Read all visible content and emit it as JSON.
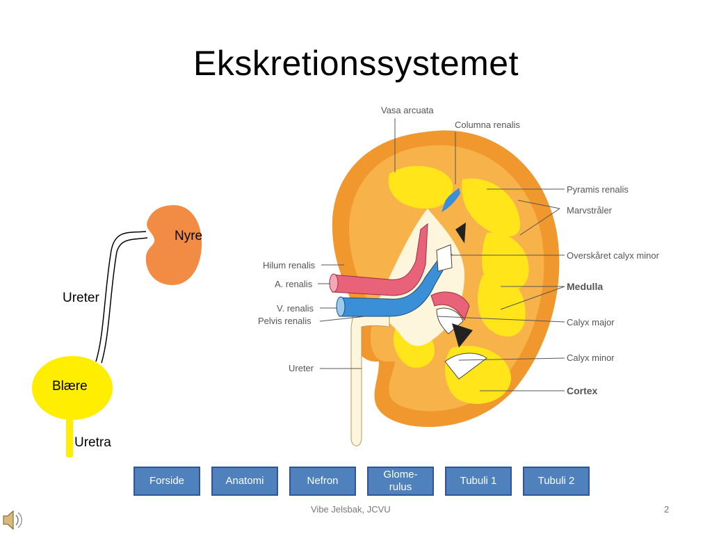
{
  "slide": {
    "title": "Ekskretionssystemet",
    "page_number": "2",
    "footer": "Vibe Jelsbak, JCVU"
  },
  "schema": {
    "nyre": "Nyre",
    "ureter": "Ureter",
    "blaere": "Blære",
    "uretra": "Uretra",
    "colors": {
      "kidney": "#f28c45",
      "bladder": "#ffee00"
    }
  },
  "kidney_labels": {
    "vasa_arcuata": "Vasa arcuata",
    "columna_renalis": "Columna renalis",
    "pyramis_renalis": "Pyramis renalis",
    "marvstraaler": "Marvstråler",
    "overskaaret_calyx_minor": "Overskåret calyx minor",
    "medulla": "Medulla",
    "calyx_major": "Calyx major",
    "calyx_minor": "Calyx minor",
    "cortex": "Cortex",
    "hilum_renalis": "Hilum renalis",
    "a_renalis": "A. renalis",
    "v_renalis": "V. renalis",
    "pelvis_renalis": "Pelvis renalis",
    "ureter": "Ureter"
  },
  "nav": {
    "forside": "Forside",
    "anatomi": "Anatomi",
    "nefron": "Nefron",
    "glome_1": "Glome-",
    "glome_2": "rulus",
    "tubuli1": "Tubuli 1",
    "tubuli2": "Tubuli 2",
    "color": "#4f81bd"
  },
  "icons": {
    "sound": "speaker-icon"
  }
}
